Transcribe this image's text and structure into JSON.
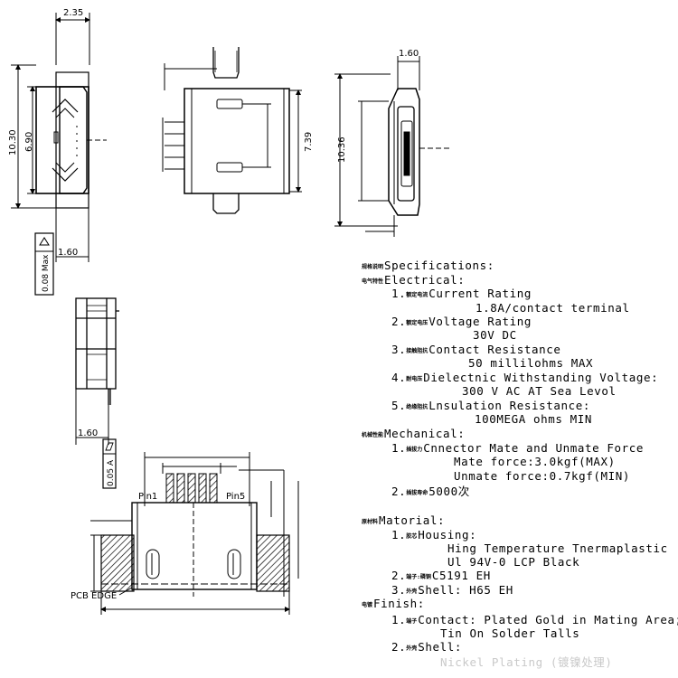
{
  "dimensions": {
    "top_width": "2.35",
    "height_left": "10.30",
    "inner_left": "6.90",
    "bottom_left": "1.60",
    "flatness_a": "0.08 Max",
    "right_width": "1.60",
    "right_height": "10.36",
    "mid_height": "7.39",
    "side_bottom": "1.60",
    "flatness_b": "0.05 A"
  },
  "pcb": {
    "pin_first": "Pin1",
    "pin_last": "Pin5",
    "edge_label": "PCB EDGE"
  },
  "spec": {
    "title_cn": "规格说明",
    "title": "Specifications:",
    "electrical_cn": "电气特性",
    "electrical": "Electrical:",
    "e1_num": "1.",
    "e1_cn": "额定电流",
    "e1": "Current Rating",
    "e1_val": "1.8A/contact terminal",
    "e2_num": "2.",
    "e2_cn": "额定电压",
    "e2": "Voltage Rating",
    "e2_val": "30V DC",
    "e3_num": "3.",
    "e3_cn": "接触阻抗",
    "e3": "Contact Resistance",
    "e3_val": "50 millilohms MAX",
    "e4_num": "4.",
    "e4_cn": "耐电压",
    "e4": "Dielectnic Withstanding Voltage:",
    "e4_val": "300 V AC AT Sea Levol",
    "e5_num": "5.",
    "e5_cn": "绝缘阻抗",
    "e5": "Lnsulation Resistance:",
    "e5_val": "100MEGA ohms MIN",
    "mechanical_cn": "机械性能",
    "mechanical": "Mechanical:",
    "m1_num": "1.",
    "m1_cn": "插拔力",
    "m1": "Cnnector Mate and Unmate Force",
    "m1_val1": "Mate force:3.0kgf(MAX)",
    "m1_val2": "Unmate force:0.7kgf(MIN)",
    "m2_num": "2.",
    "m2_cn": "插拔寿命",
    "m2": "5000次",
    "material_cn": "原材料",
    "material": "Matorial:",
    "t1_num": "1.",
    "t1_cn": "胶芯",
    "t1": "Housing:",
    "t1_val1": "Hing Temperature  Tnermaplastic",
    "t1_val2": "Ul 94V-0  LCP Black",
    "t2_num": "2.",
    "t2_cn": "端子:磷铜",
    "t2": "C5191 EH",
    "t3_num": "3.",
    "t3_cn": "外壳",
    "t3": "Shell:  H65 EH",
    "finish_cn": "电镀",
    "finish": "Finish:",
    "f1_num": "1.",
    "f1_cn": "端子",
    "f1": "Contact: Plated Gold in Mating Area;",
    "f1_val": "Tin On Solder Talls",
    "f2_num": "2.",
    "f2_cn": "外壳",
    "f2": "Shell:",
    "f2_val": "Nickel Plating (镀镍处理)"
  }
}
